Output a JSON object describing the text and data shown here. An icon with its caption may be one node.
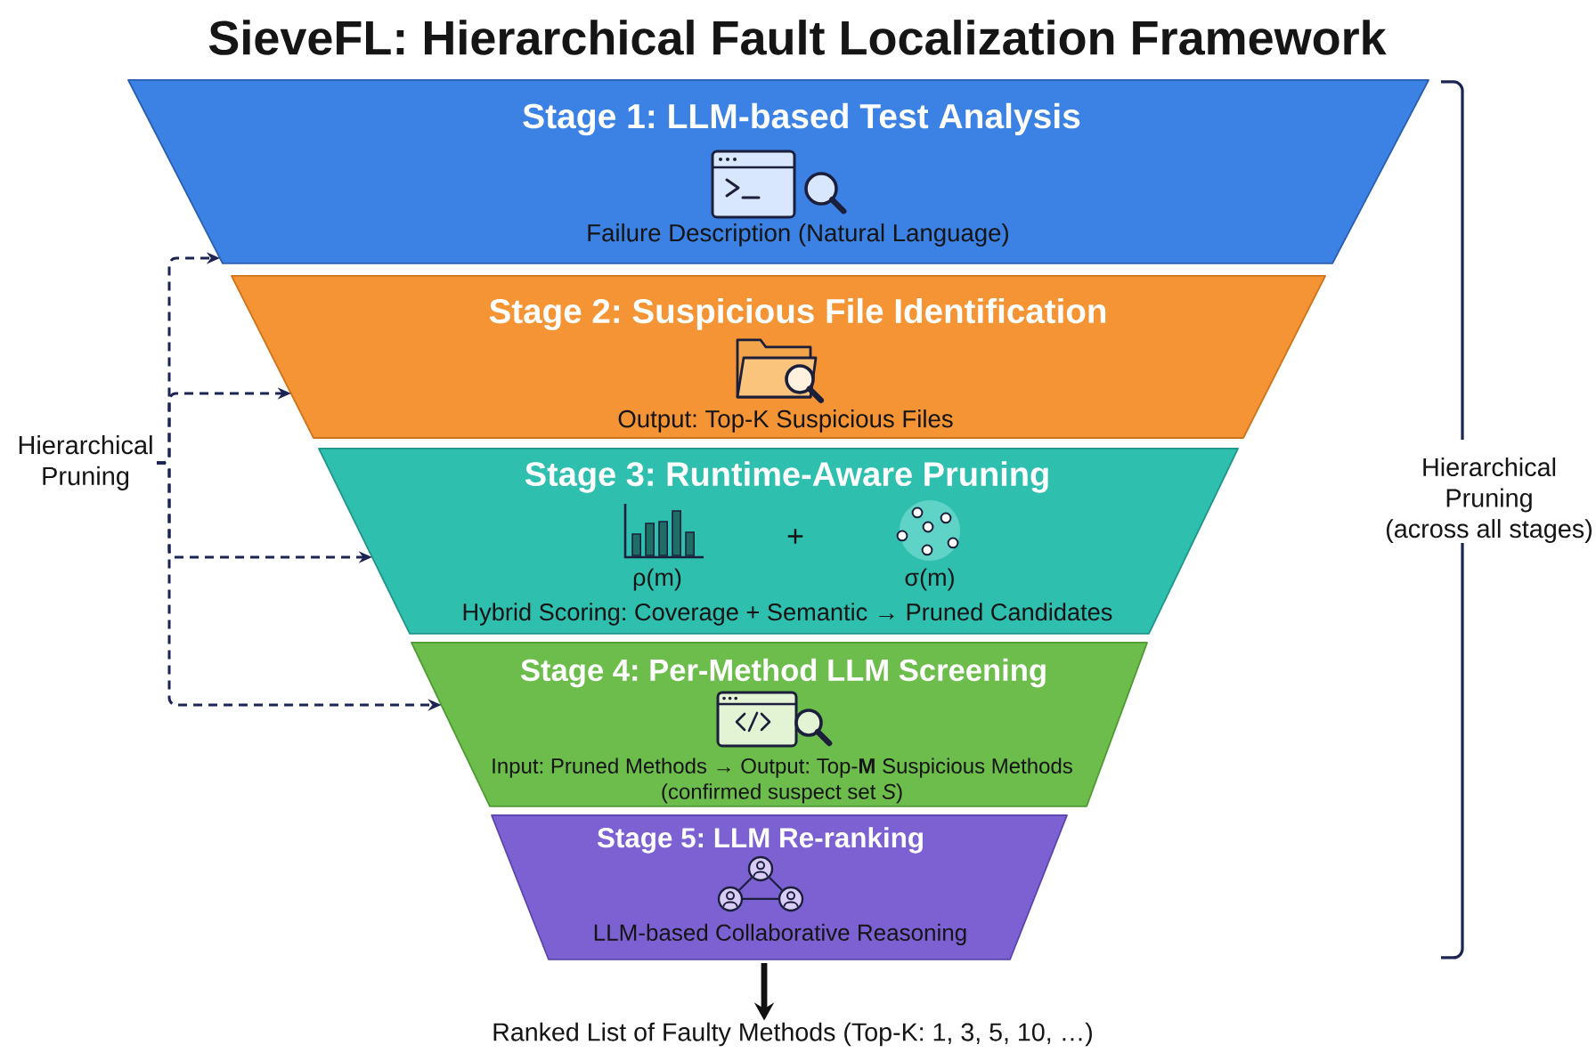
{
  "diagram": {
    "title": "SieveFL: Hierarchical Fault Localization Framework",
    "nodes": [
      {
        "text": [
          "Stage 1: LLM-based Test Analysis",
          "Failure Description (Natural Language)"
        ]
      },
      {
        "text": [
          "Stage 2: Suspicious File Identification",
          "Output: Top-K Suspicious Files"
        ]
      },
      {
        "text": [
          "Stage 3: Runtime-Aware Pruning",
          "+",
          "ρ(m)",
          "σ(m)",
          "Hybrid Scoring: Coverage + Semantic → Pruned Candidates"
        ]
      },
      {
        "text": [
          "Stage 4: Per-Method LLM Screening",
          "Input: Pruned Methods → Output: Top-**M** Suspicious Methods (confirmed suspect set *S*)"
        ]
      },
      {
        "text": [
          "Stage 5: LLM Re-ranking",
          "LLM-based Collaborative Reasoning"
        ]
      },
      {
        "text": [
          "Ranked List of Faulty Methods (Top-K: 1, 3, 5, 10, …)"
        ]
      },
      {
        "text": [
          "Hierarchical Pruning"
        ]
      }
    ],
    "edges": [
      {
        "from": 6,
        "to": 0,
        "arrow": "to",
        "style": "dashed"
      },
      {
        "from": 6,
        "to": 1,
        "arrow": "to",
        "style": "dashed"
      },
      {
        "from": 6,
        "to": 2,
        "arrow": "to",
        "style": "dashed"
      },
      {
        "from": 6,
        "to": 3,
        "arrow": "to",
        "style": "dashed"
      },
      {
        "from": 4,
        "to": 5,
        "arrow": "to",
        "style": "thick",
        "color": "#111111"
      }
    ],
    "labels": [
      "Hierarchical Pruning (across all stages)"
    ]
  }
}
